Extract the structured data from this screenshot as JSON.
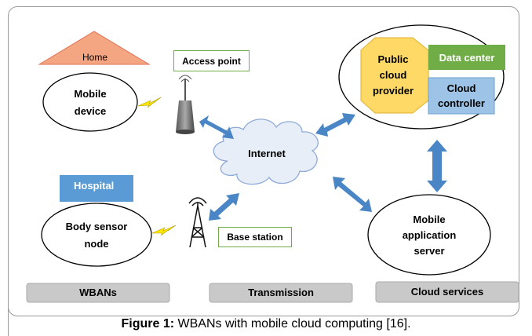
{
  "diagram": {
    "home": "Home",
    "mobile_device": "Mobile device",
    "access_point": "Access point",
    "internet": "Internet",
    "public_cloud_provider": "Public cloud provider",
    "data_center": "Data center",
    "cloud_controller": "Cloud controller",
    "hospital": "Hospital",
    "body_sensor_node": "Body sensor node",
    "base_station": "Base station",
    "mobile_application_server": "Mobile application server",
    "bottom_labels": [
      "WBANs",
      "Transmission",
      "Cloud services"
    ],
    "colors": {
      "home_fill": "#f4a582",
      "hospital_fill": "#5b9bd5",
      "data_center_fill": "#70ad47",
      "cloud_controller_fill": "#9dc3e6",
      "hexagon_fill": "#ffd966",
      "arrow_fill": "#4a86c5",
      "bar_fill": "#c9c9c9",
      "access_point_border": "#70ad47",
      "base_station_border": "#70ad47"
    }
  },
  "caption": {
    "prefix": "Figure 1:",
    "text": " WBANs with mobile cloud computing [16]."
  }
}
